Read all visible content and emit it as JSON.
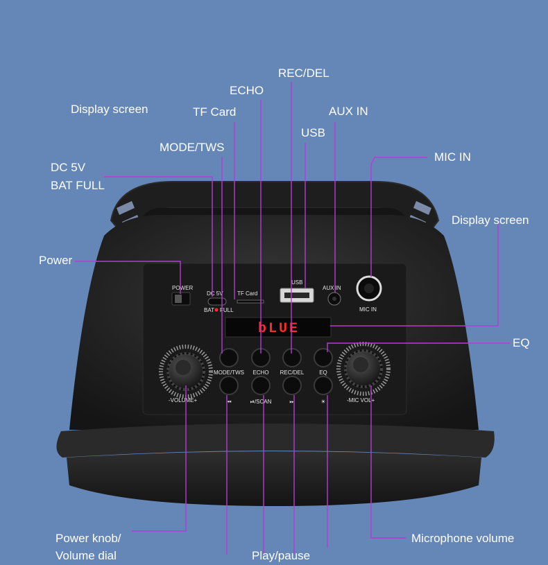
{
  "header": {
    "cutoff_text": ""
  },
  "display": {
    "readout": "bLUE",
    "readout_color": "#ff2a2a"
  },
  "colors": {
    "background": "#6587b8",
    "leader": "#b83ad6",
    "speaker": "#1c1c1c"
  },
  "callouts": {
    "rec_del": "REC/DEL",
    "echo": "ECHO",
    "display_left": "Display screen",
    "tf_card": "TF Card",
    "aux_in": "AUX IN",
    "usb": "USB",
    "mode_tws": "MODE/TWS",
    "mic_in": "MIC IN",
    "dc5v_line1": "DC 5V",
    "dc5v_line2": "BAT FULL",
    "display_right": "Display screen",
    "power": "Power",
    "eq": "EQ",
    "power_knob_line1": "Power knob/",
    "power_knob_line2": "Volume dial",
    "microphone_volume": "Microphone volume",
    "bottom_middle": "Play/pause"
  },
  "panel": {
    "power": "POWER",
    "dc5v": "DC 5V",
    "bat_full": "BAT",
    "full": "FULL",
    "tf_card": "TF Card",
    "usb": "USB",
    "aux_in": "AUX IN",
    "mic_in": "MIC IN",
    "buttons_top": [
      "MODE/TWS",
      "ECHO",
      "REC/DEL",
      "EQ"
    ],
    "prev": "⏮",
    "play_scan": "⏯/SCAN",
    "next": "⏭",
    "light": "☀",
    "volume": "-VOLUME+",
    "mic_vol": "-MIC VOL+"
  }
}
